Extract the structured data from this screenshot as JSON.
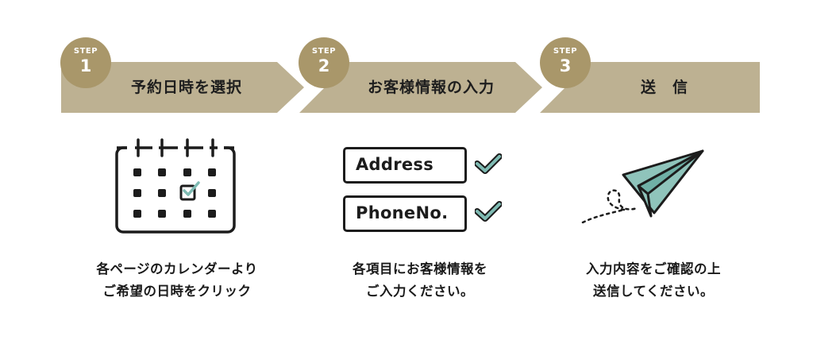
{
  "steps": [
    {
      "step_word": "STEP",
      "number": "1",
      "label": "予約日時を選択",
      "icon": "calendar-check-icon",
      "caption_lines": [
        "各ページのカレンダーより",
        "ご希望の日時をクリック"
      ]
    },
    {
      "step_word": "STEP",
      "number": "2",
      "label": "お客様情報の入力",
      "icon": "form-fields-icon",
      "fields": [
        "Address",
        "PhoneNo."
      ],
      "caption_lines": [
        "各項目にお客様情報を",
        "ご入力ください。"
      ]
    },
    {
      "step_word": "STEP",
      "number": "3",
      "label": "送　信",
      "icon": "paper-plane-icon",
      "caption_lines": [
        "入力内容をご確認の上",
        "送信してください。"
      ]
    }
  ],
  "colors": {
    "badge": "#a9976a",
    "banner": "#bdb192",
    "check": "#7fbbb3",
    "plane": "#8fc4bb",
    "ink": "#1c1c1c"
  }
}
